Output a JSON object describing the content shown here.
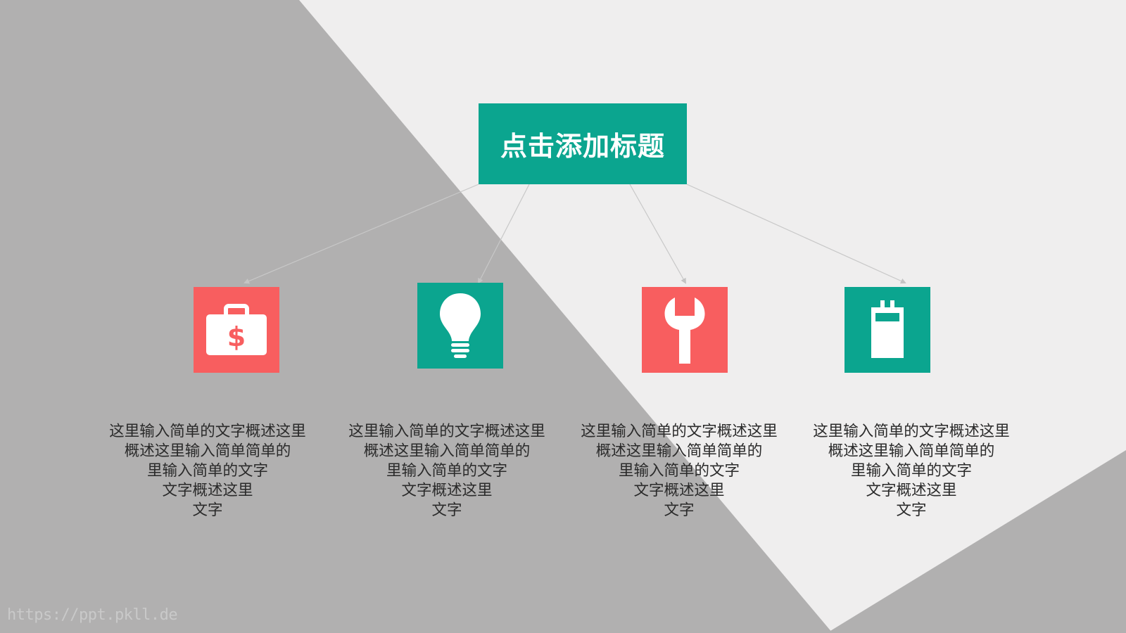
{
  "title": "点击添加标题",
  "colors": {
    "teal": "#0ba58f",
    "coral": "#f85e5f",
    "gray": "#b1b0b0",
    "light": "#efeeee"
  },
  "items": [
    {
      "icon": "briefcase-dollar-icon",
      "color": "#f85e5f",
      "lines": [
        "这里输入简单的文字概述这里",
        "概述这里输入简单简单的",
        "里输入简单的文字",
        "文字概述这里",
        "文字"
      ]
    },
    {
      "icon": "lightbulb-icon",
      "color": "#0ba58f",
      "lines": [
        "这里输入简单的文字概述这里",
        "概述这里输入简单简单的",
        "里输入简单的文字",
        "文字概述这里",
        "文字"
      ]
    },
    {
      "icon": "wrench-icon",
      "color": "#f85e5f",
      "lines": [
        "这里输入简单的文字概述这里",
        "概述这里输入简单简单的",
        "里输入简单的文字",
        "文字概述这里",
        "文字"
      ]
    },
    {
      "icon": "battery-icon",
      "color": "#0ba58f",
      "lines": [
        "这里输入简单的文字概述这里",
        "概述这里输入简单简单的",
        "里输入简单的文字",
        "文字概述这里",
        "文字"
      ]
    }
  ],
  "watermark": "https://ppt.pkll.de"
}
